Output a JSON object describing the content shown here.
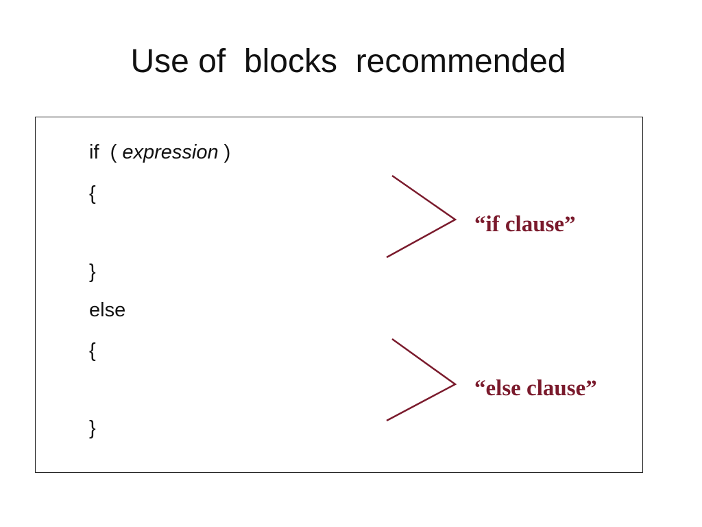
{
  "slide": {
    "title": "Use of  blocks  recommended"
  },
  "code": {
    "if_keyword": "if  ( ",
    "expression": "expression",
    "close_paren": " )",
    "open_brace_1": "{",
    "close_brace_1": "}",
    "else_keyword": "else",
    "open_brace_2": "{",
    "close_brace_2": "}"
  },
  "annotations": {
    "if_clause": "“if clause”",
    "else_clause": "“else clause”"
  },
  "colors": {
    "accent": "#7a1a2c",
    "text": "#111111",
    "border": "#222222"
  },
  "icons": {
    "if_bracket": "right-angle-bracket-icon",
    "else_bracket": "right-angle-bracket-icon"
  }
}
